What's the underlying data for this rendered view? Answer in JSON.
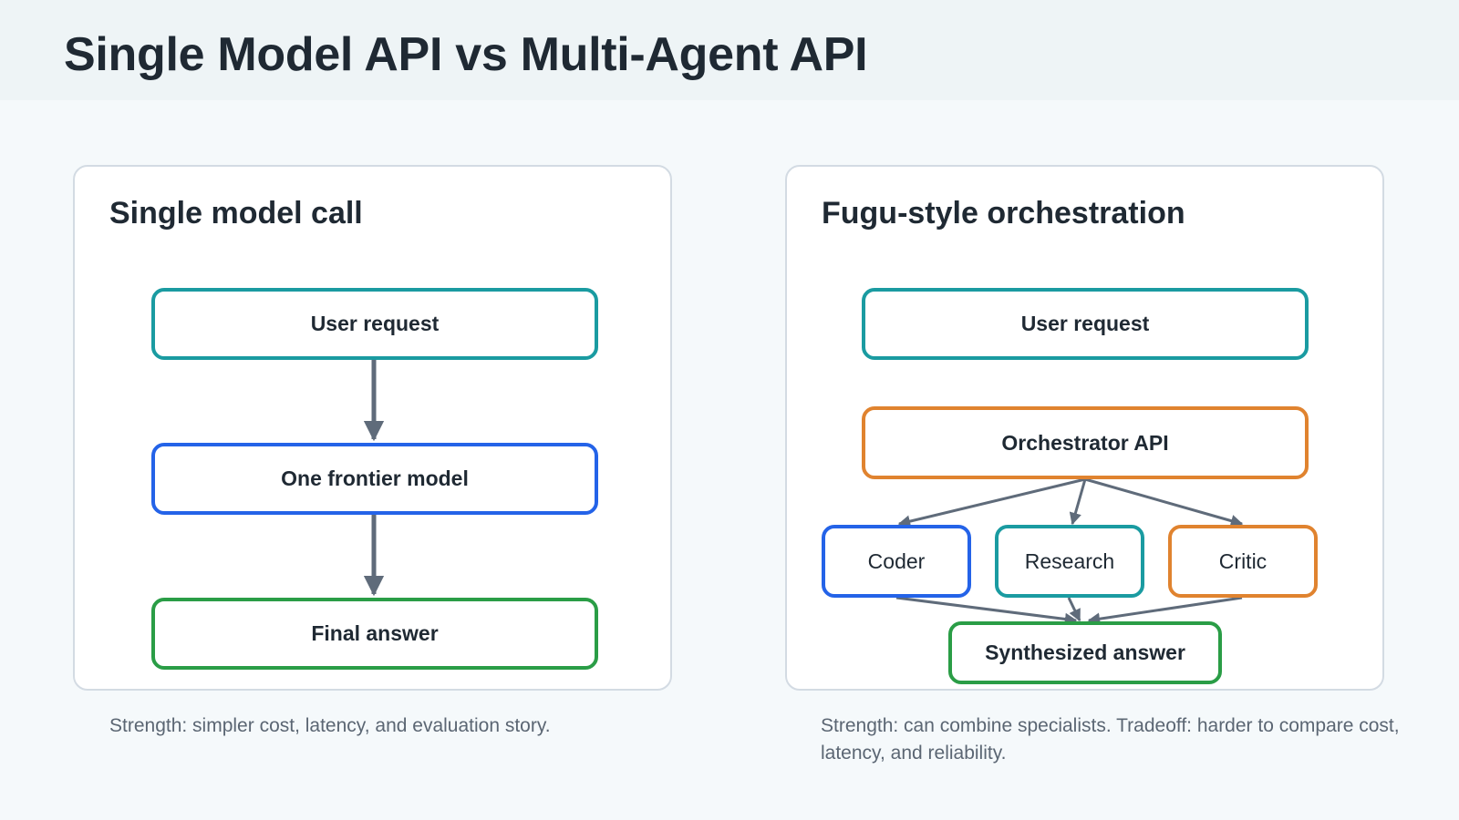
{
  "title": "Single Model API vs Multi-Agent API",
  "left_panel": {
    "title": "Single model call",
    "nodes": {
      "user_request": "User request",
      "frontier_model": "One frontier model",
      "final_answer": "Final answer"
    },
    "caption": "Strength: simpler cost, latency, and evaluation story."
  },
  "right_panel": {
    "title": "Fugu-style orchestration",
    "nodes": {
      "user_request": "User request",
      "orchestrator": "Orchestrator API",
      "coder": "Coder",
      "research": "Research",
      "critic": "Critic",
      "synthesized": "Synthesized answer"
    },
    "caption": "Strength: can combine specialists. Tradeoff: harder to compare cost, latency, and reliability."
  },
  "colors": {
    "teal": "#1a9ba1",
    "blue": "#2463e8",
    "green": "#2a9d46",
    "orange": "#e0832f",
    "connector": "#5f6b7a",
    "title_text": "#1f2933",
    "caption_text": "#5b6673"
  }
}
